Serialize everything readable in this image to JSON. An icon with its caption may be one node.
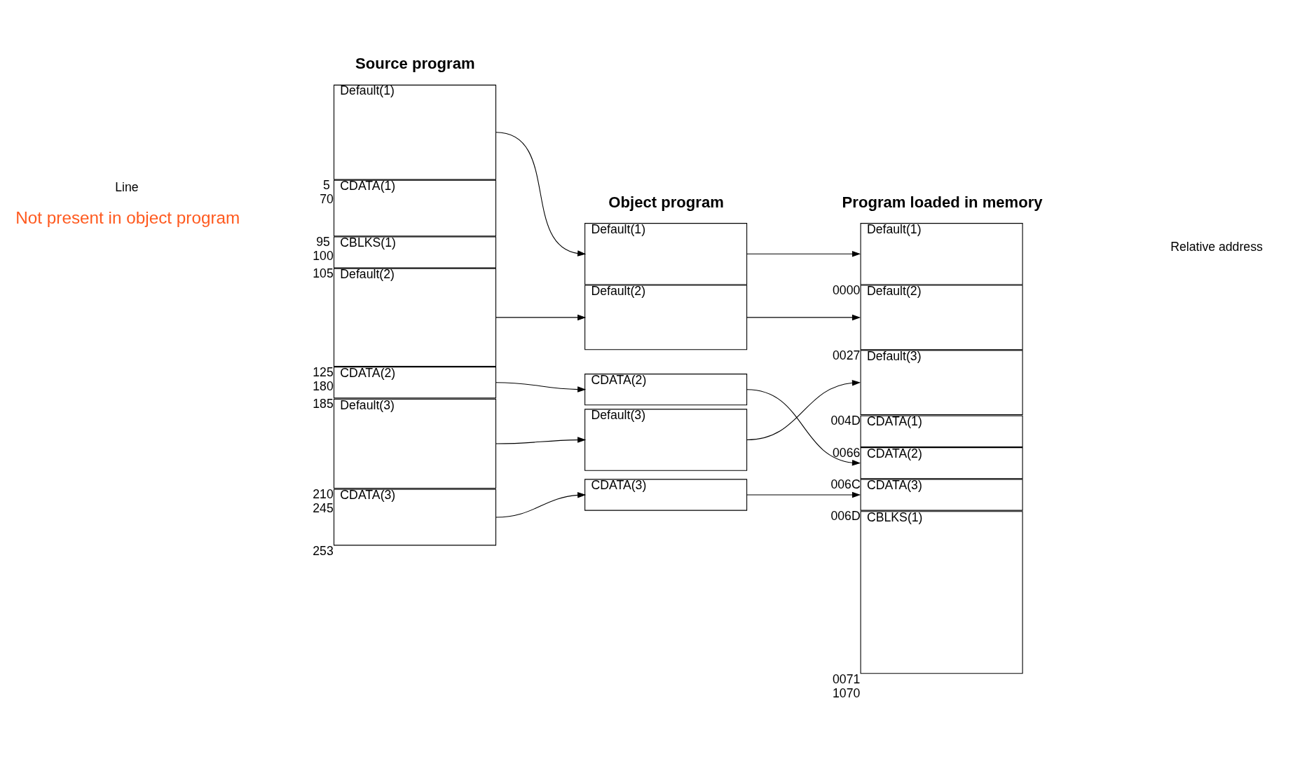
{
  "diagram": {
    "nodes": [
      {
        "text": [
          "Default(1)"
        ],
        "beside": [
          "5",
          "70"
        ]
      },
      {
        "text": [
          "CDATA(1)"
        ],
        "beside": [
          "95",
          "100"
        ]
      },
      {
        "text": [
          "CBLKS(1)"
        ],
        "beside": [
          "105"
        ]
      },
      {
        "text": [
          "Default(2)"
        ],
        "beside": [
          "125",
          "180"
        ]
      },
      {
        "text": [
          "CDATA(2)"
        ],
        "beside": [
          "185"
        ]
      },
      {
        "text": [
          "Default(3)"
        ],
        "beside": [
          "210",
          "245"
        ]
      },
      {
        "text": [
          "CDATA(3)"
        ],
        "beside": [
          "253"
        ]
      },
      {
        "text": [
          "Default(1)"
        ]
      },
      {
        "text": [
          "Default(2)"
        ]
      },
      {
        "text": [
          "CDATA(2)"
        ]
      },
      {
        "text": [
          "Default(3)"
        ]
      },
      {
        "text": [
          "CDATA(3)"
        ]
      },
      {
        "text": [
          "Default(1)"
        ],
        "beside": [
          "0000"
        ]
      },
      {
        "text": [
          "Default(2)"
        ],
        "beside": [
          "0027"
        ]
      },
      {
        "text": [
          "Default(3)"
        ],
        "beside": [
          "004D"
        ]
      },
      {
        "text": [
          "CDATA(1)"
        ],
        "beside": [
          "0066"
        ]
      },
      {
        "text": [
          "CDATA(2)"
        ],
        "beside": [
          "006C"
        ]
      },
      {
        "text": [
          "CDATA(3)"
        ],
        "beside": [
          "006D"
        ]
      },
      {
        "text": [
          "CBLKS(1)"
        ],
        "beside": [
          "0071",
          "1070"
        ]
      }
    ],
    "edges": [
      {
        "from": 0,
        "to": 7,
        "arrow": "to"
      },
      {
        "from": 3,
        "to": 8,
        "arrow": "to"
      },
      {
        "from": 4,
        "to": 9,
        "arrow": "to"
      },
      {
        "from": 5,
        "to": 10,
        "arrow": "to"
      },
      {
        "from": 6,
        "to": 11,
        "arrow": "to"
      },
      {
        "from": 7,
        "to": 12,
        "arrow": "to"
      },
      {
        "from": 8,
        "to": 13,
        "arrow": "to"
      },
      {
        "from": 10,
        "to": 14,
        "arrow": "to"
      },
      {
        "from": 9,
        "to": 16,
        "arrow": "to"
      },
      {
        "from": 11,
        "to": 17,
        "arrow": "to"
      }
    ],
    "labels": [
      "Line",
      "Source program",
      "Object program",
      "Program loaded in memory",
      "Relative address",
      "Not present in object program"
    ]
  }
}
